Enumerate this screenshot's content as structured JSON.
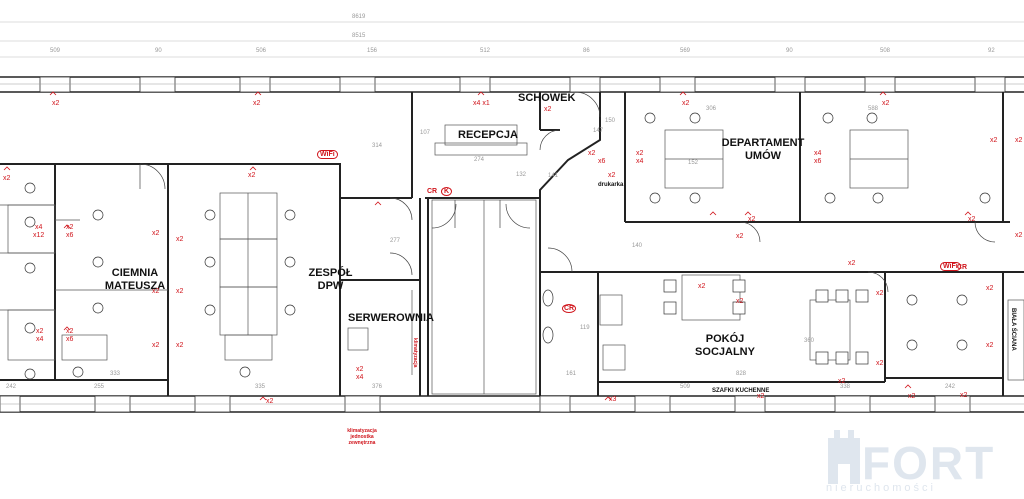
{
  "rooms": {
    "schowek": "SCHOWEK",
    "recepcja": "RECEPCJA",
    "departament": "DEPARTAMENT UMÓW",
    "ciemnia": "CIEMNIA MATEUSZA",
    "zespol": "ZESPÓŁ DPW",
    "serwerownia": "SERWEROWNIA",
    "pokoj": "POKÓJ SOCJALNY",
    "biala_sciana": "BIAŁA ŚCIANA",
    "drukarka": "drukarka",
    "szafki": "SZAFKI KUCHENNE",
    "klimatyzacja": "klimatyzacja jednostka zewnętrzna",
    "klimatyzacja_small": "klimatyzacja"
  },
  "network_tags": {
    "wifi_1": "WiFi",
    "wifi_2": "WiFi",
    "cr_1": "CR",
    "k_1": "K",
    "cr_2": "CR",
    "cr_3": "CR"
  },
  "outlets": [
    "x2",
    "x2",
    "x4 x1",
    "x2",
    "x2",
    "x2",
    "x2",
    "x4",
    "x6",
    "x2",
    "x4",
    "x6",
    "x4",
    "x12",
    "x2",
    "x6",
    "x2",
    "x2",
    "x2",
    "x2",
    "x4",
    "x2",
    "x6",
    "x2",
    "x2",
    "x2",
    "x2",
    "x2",
    "x4",
    "x2",
    "x2",
    "x2",
    "x2",
    "x2",
    "x2",
    "x3",
    "x2",
    "x2",
    "x2",
    "x2",
    "x2",
    "x2",
    "x2",
    "x2",
    "x2",
    "x2",
    "x2",
    "x2",
    "x2",
    "x2"
  ],
  "dims_top": {
    "total_outer": "8619",
    "total_inner": "8515",
    "seg": [
      "509",
      "90",
      "506",
      "156",
      "512",
      "86",
      "569",
      "90",
      "508",
      "92"
    ]
  },
  "dims_inner": [
    "107",
    "314",
    "274",
    "147",
    "150",
    "132",
    "141",
    "277",
    "306",
    "588",
    "140",
    "152",
    "119",
    "242",
    "255",
    "333",
    "335",
    "376",
    "161",
    "509",
    "828",
    "338",
    "242",
    "360"
  ],
  "logo": {
    "word": "FORT",
    "sub": "nieruchomości"
  }
}
